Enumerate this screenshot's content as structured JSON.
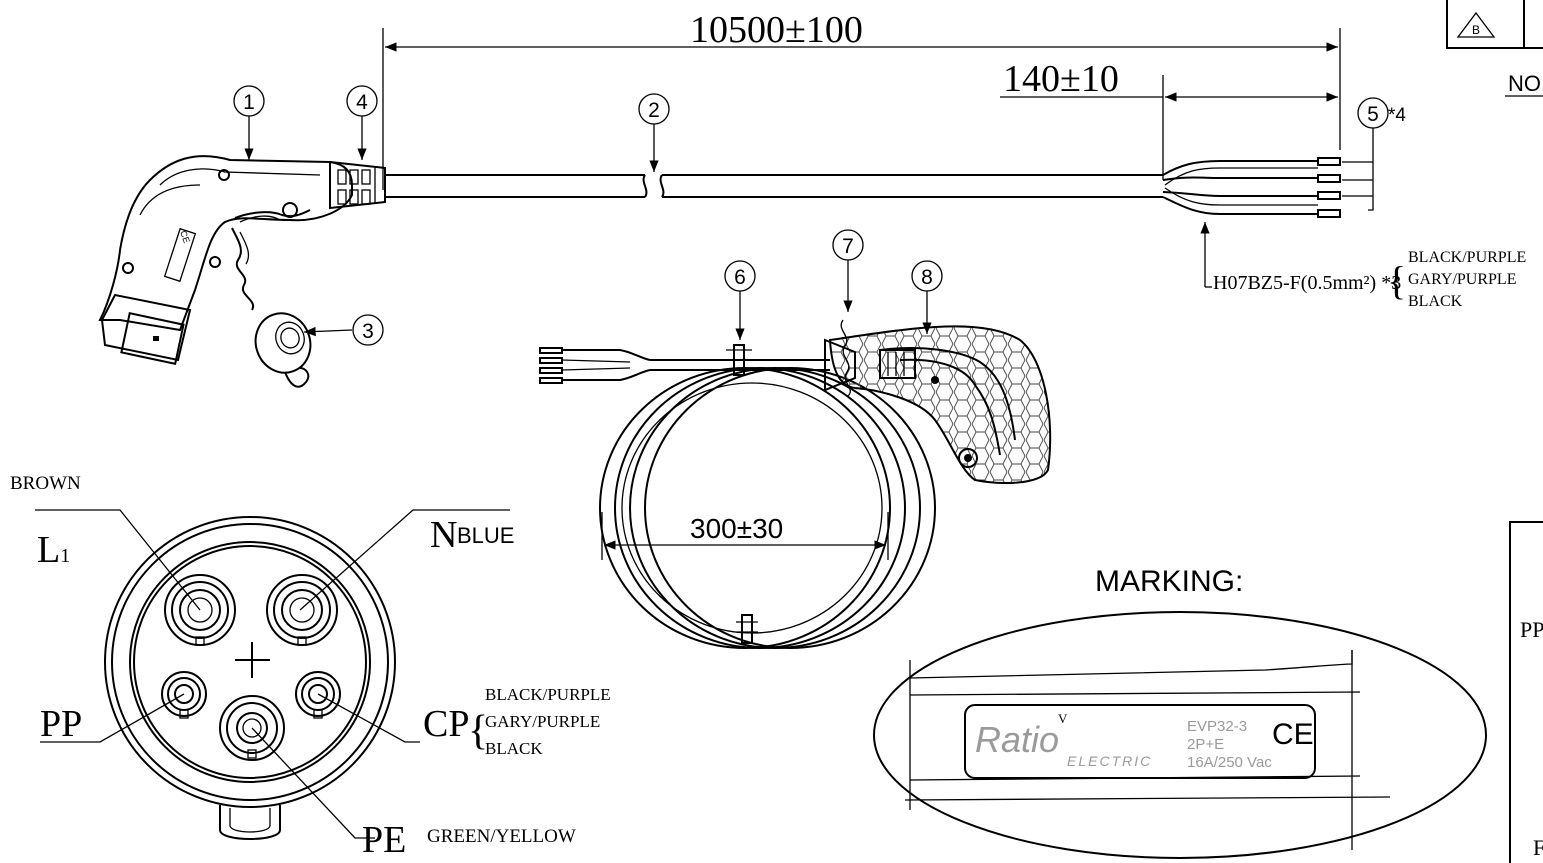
{
  "dimensions": {
    "overall_length": "10500±100",
    "strip_length": "140±10",
    "coil_diameter": "300±30"
  },
  "balloons": {
    "b1": "1",
    "b2": "2",
    "b3": "3",
    "b4": "4",
    "b5": "5",
    "b5_qty": "*4",
    "b6": "6",
    "b7": "7",
    "b8": "8"
  },
  "cable_note": {
    "spec": "H07BZ5-F(0.5mm²) *3",
    "colors": [
      "BLACK/PURPLE",
      "GARY/PURPLE",
      "BLACK"
    ]
  },
  "face_view": {
    "brown": "BROWN",
    "l1": "L",
    "l1_sub": "1",
    "n": "N",
    "blue": "BLUE",
    "pp": "PP",
    "cp": "CP",
    "cp_colors": [
      "BLACK/PURPLE",
      "GARY/PURPLE",
      "BLACK"
    ],
    "pe": "PE",
    "green_yellow": "GREEN/YELLOW"
  },
  "marking": {
    "title": "MARKING:",
    "brand": "Ratio",
    "brand_sub": "ELECTRIC",
    "model": "EVP32-3",
    "poles": "2P+E",
    "rating": "16A/250 Vac",
    "ce": "CE",
    "tick": "V"
  },
  "title_block": {
    "rev_symbol": "B",
    "note_label": "NO",
    "side_label_1": "PP",
    "side_label_2": "F"
  }
}
